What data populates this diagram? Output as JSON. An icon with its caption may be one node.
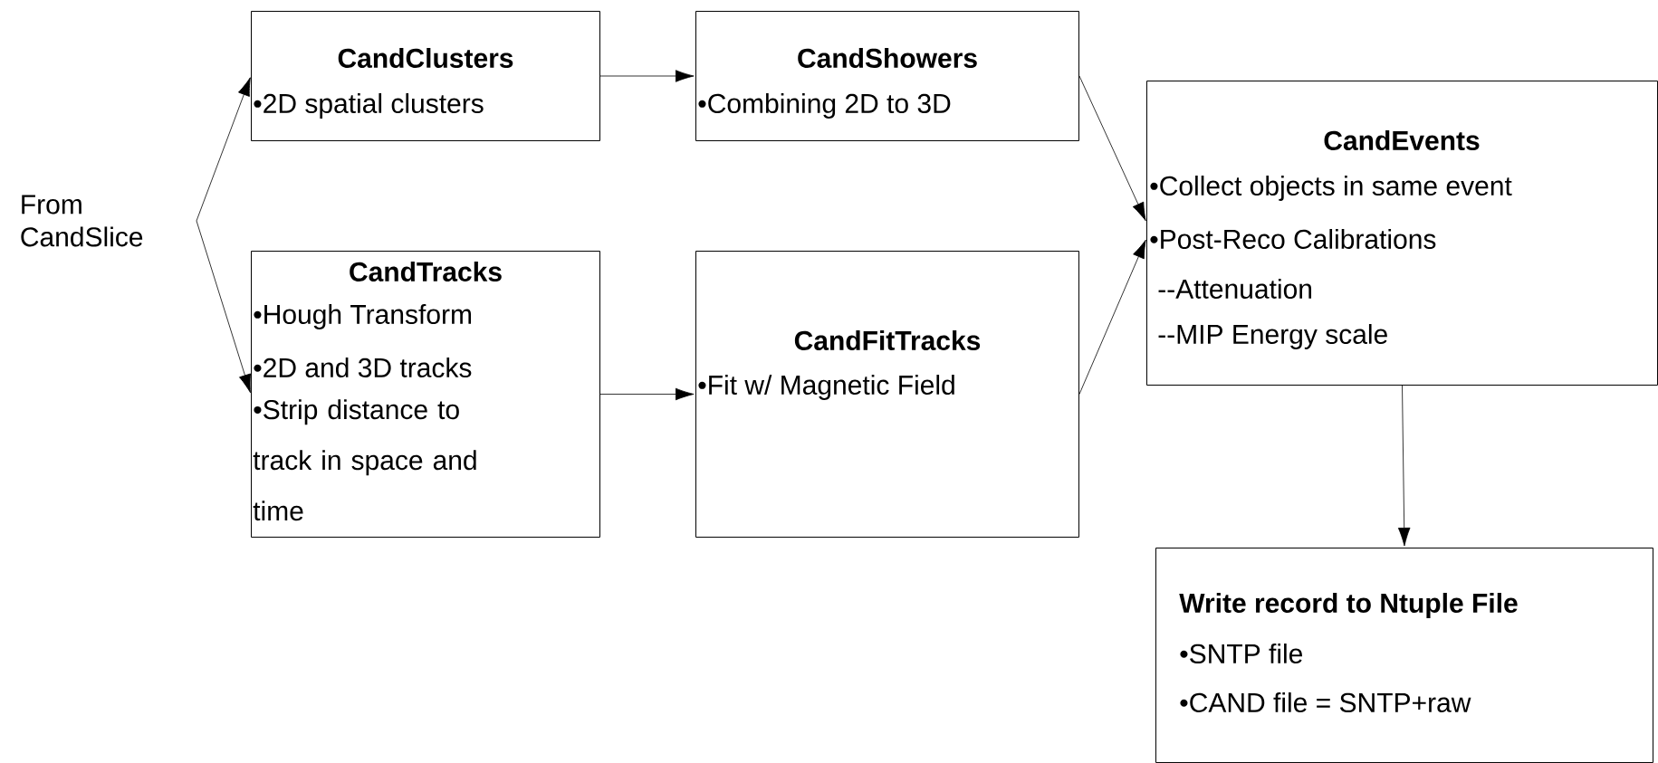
{
  "diagram": {
    "nodes": [
      {
        "text": [
          "From CandSlice"
        ]
      },
      {
        "text": [
          "CandClusters",
          "•2D spatial clusters"
        ]
      },
      {
        "text": [
          "CandShowers",
          "•Combining 2D to 3D"
        ]
      },
      {
        "text": [
          "CandTracks",
          "•Hough Transform",
          "•2D and 3D tracks",
          "•Strip distance to track in space and time"
        ]
      },
      {
        "text": [
          "CandFitTracks",
          "•Fit w/ Magnetic Field"
        ]
      },
      {
        "text": [
          "CandEvents",
          "•Collect objects in same event",
          "•Post-Reco Calibrations",
          "--Attenuation",
          "--MIP Energy scale"
        ]
      },
      {
        "text": [
          "Write record to Ntuple File",
          "•SNTP file",
          "•CAND file = SNTP+raw"
        ]
      }
    ],
    "edges": [
      {
        "from": 0,
        "to": 1,
        "arrow": "to"
      },
      {
        "from": 0,
        "to": 3,
        "arrow": "to"
      },
      {
        "from": 1,
        "to": 2,
        "arrow": "to"
      },
      {
        "from": 3,
        "to": 4,
        "arrow": "to"
      },
      {
        "from": 2,
        "to": 5,
        "arrow": "to"
      },
      {
        "from": 4,
        "to": 5,
        "arrow": "to"
      },
      {
        "from": 5,
        "to": 6,
        "arrow": "to"
      }
    ]
  }
}
